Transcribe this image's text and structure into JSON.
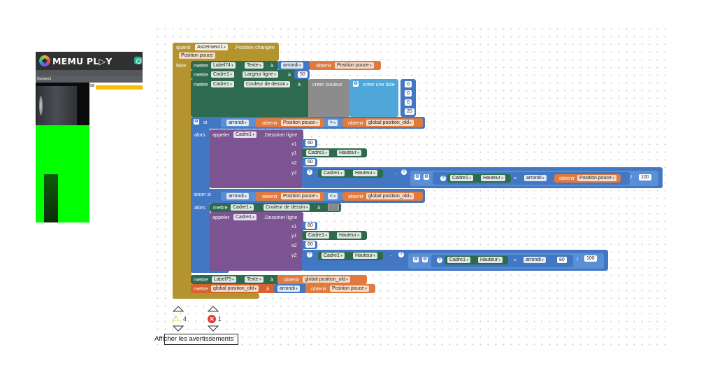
{
  "emulator": {
    "brand": "MEMU PL▷Y",
    "screen_label": "Screen1",
    "value_label": "58"
  },
  "event": {
    "when": "quand",
    "component": "Ascenseur1",
    "event_name": ".Position changée",
    "param": "Position pouce",
    "do": "faire"
  },
  "stmt1": {
    "set": "mettre",
    "component": "Label74",
    "prop": "Texte",
    "to": "à",
    "round": "arrondi",
    "get": "obtenir",
    "var": "Position pouce"
  },
  "stmt2": {
    "set": "mettre",
    "component": "Cadre1",
    "prop": "Largeur ligne",
    "to": "à",
    "value": "50"
  },
  "stmt3": {
    "set": "mettre",
    "component": "Cadre1",
    "prop": "Couleur de dessin",
    "to": "à",
    "make_color": "créer couleur",
    "make_list": "créer une liste",
    "values": [
      "0",
      "0",
      "0",
      "20"
    ]
  },
  "if1": {
    "if": "si",
    "round": "arrondi",
    "get": "obtenir",
    "var": "Position pouce",
    "op": ">",
    "var2": "global position_old",
    "then": "alors",
    "call": "appeler",
    "component": "Cadre1",
    "method": ".Dessiner ligne",
    "x1_label": "x1",
    "x1": "60",
    "y1_label": "y1",
    "y1_comp": "Cadre1",
    "y1_prop": "Hauteur",
    "x2_label": "x2",
    "x2": "60",
    "y2_label": "y2",
    "y2_comp": "Cadre1",
    "y2_prop": "Hauteur",
    "minus": "-",
    "inner_comp": "Cadre1",
    "inner_prop": "Hauteur",
    "times": "×",
    "inner_round": "arrondi",
    "inner_get": "obtenir",
    "inner_var": "Position pouce",
    "div": "/",
    "divisor": "100"
  },
  "elif1": {
    "elseif": "sinon si",
    "round": "arrondi",
    "get": "obtenir",
    "var": "Position pouce",
    "op": "<",
    "var2": "global position_old",
    "then": "alors",
    "set": "mettre",
    "component": "Cadre1",
    "prop": "Couleur de dessin",
    "to": "à",
    "call": "appeler",
    "call_comp": "Cadre1",
    "method": ".Dessiner ligne",
    "x1_label": "x1",
    "x1": "60",
    "y1_label": "y1",
    "y1_comp": "Cadre1",
    "y1_prop": "Hauteur",
    "x2_label": "x2",
    "x2": "60",
    "y2_label": "y2",
    "y2_comp": "Cadre1",
    "y2_prop": "Hauteur",
    "minus": "-",
    "inner_comp": "Cadre1",
    "inner_prop": "Hauteur",
    "times": "×",
    "inner_round": "arrondi",
    "inner_value": "80",
    "div": "/",
    "divisor": "100"
  },
  "stmt4": {
    "set": "mettre",
    "component": "Label75",
    "prop": "Texte",
    "to": "à",
    "get": "obtenir",
    "var": "global position_old"
  },
  "stmt5": {
    "set": "mettre",
    "var": "global position_old",
    "to": "à",
    "round": "arrondi",
    "get": "obtenir",
    "var2": "Position pouce"
  },
  "warnings": {
    "warn_count": "4",
    "error_count": "1",
    "show_button": "Afficher les avertissements"
  },
  "colors": {
    "event": "#b3942e",
    "set": "#2e6a4e",
    "get": "#e07a3f",
    "math": "#4277c3",
    "procedure": "#7c5491",
    "color": "#8c8c8c",
    "list": "#4fa7d9",
    "emulator_green": "#00ff00",
    "slider_thumb": "#f5c000"
  }
}
